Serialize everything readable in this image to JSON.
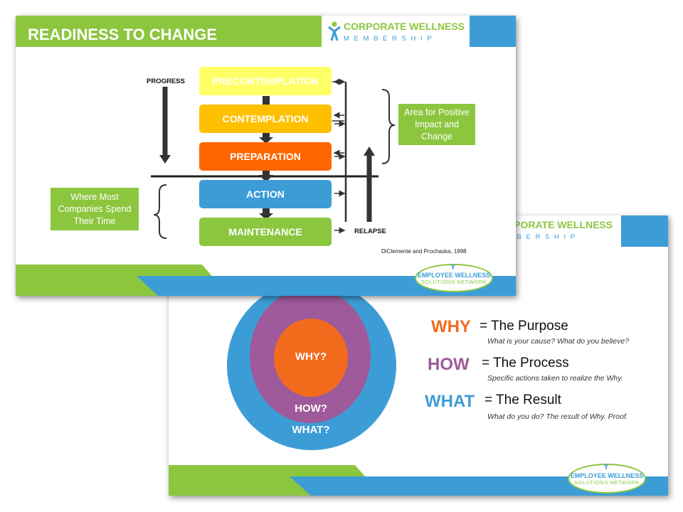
{
  "slide1": {
    "title": "READINESS TO CHANGE",
    "logo": {
      "line1": "CORPORATE WELLNESS",
      "line2": "M E M B E R S H I P"
    },
    "stages": [
      "PRECONTEMPLATION",
      "CONTEMPLATION",
      "PREPARATION",
      "ACTION",
      "MAINTENANCE"
    ],
    "progress_label": "PROGRESS",
    "relapse_label": "RELAPSE",
    "area_box": "Area for Positive Impact and Change",
    "where_box": "Where Most Companies Spend Their Time",
    "citation": "DiClemente and Prochaska, 1998",
    "footer_logo": {
      "line1": "EMPLOYEE WELLNESS",
      "line2": "SOLUTIONS NETWORK"
    },
    "colors": {
      "green": "#8cc63f",
      "blue": "#3c9dd6",
      "pre": "#ffff66",
      "con": "#ffc000",
      "prep": "#ff6600",
      "action": "#3c9dd6",
      "maint": "#8cc63f"
    }
  },
  "slide2": {
    "logo_partial": {
      "line1": "RPORATE WELLNESS",
      "line2": "M B E R S H I P"
    },
    "circles": {
      "outer": "WHAT?",
      "middle": "HOW?",
      "inner": "WHY?"
    },
    "rows": [
      {
        "word": "WHY",
        "definition": "= The Purpose",
        "sub": "What is your cause? What do you believe?",
        "color": "#f26b1d"
      },
      {
        "word": "HOW",
        "definition": "= The Process",
        "sub": "Specific actions taken to realize the Why.",
        "color": "#9e5a9a"
      },
      {
        "word": "WHAT",
        "definition": "= The Result",
        "sub": "What do you do? The result of Why. Proof.",
        "color": "#3c9dd6"
      }
    ],
    "footer_logo": {
      "line1": "EMPLOYEE WELLNESS",
      "line2": "SOLUTIONS NETWORK"
    },
    "colors": {
      "outer": "#3c9dd6",
      "middle": "#9e5a9a",
      "inner": "#f26b1d"
    }
  }
}
